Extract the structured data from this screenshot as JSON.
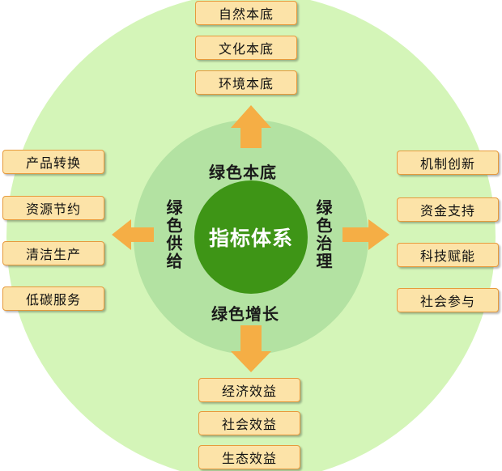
{
  "center": {
    "label": "指标体系"
  },
  "dimensions": {
    "top": "绿色本底",
    "bottom": "绿色增长",
    "left": "绿色供给",
    "right": "绿色治理"
  },
  "groups": {
    "top": [
      "自然本底",
      "文化本底",
      "环境本底"
    ],
    "bottom": [
      "经济效益",
      "社会效益",
      "生态效益"
    ],
    "left": [
      "产品转换",
      "资源节约",
      "清洁生产",
      "低碳服务"
    ],
    "right": [
      "机制创新",
      "资金支持",
      "科技赋能",
      "社会参与"
    ]
  },
  "colors": {
    "outer_ring": "#D4F5B8",
    "inner_ring": "#B3E2A2",
    "core": "#3E9516",
    "arrow": "#F5AE45",
    "box_fill": "#FCE3A8",
    "box_border": "#E79A3C"
  }
}
